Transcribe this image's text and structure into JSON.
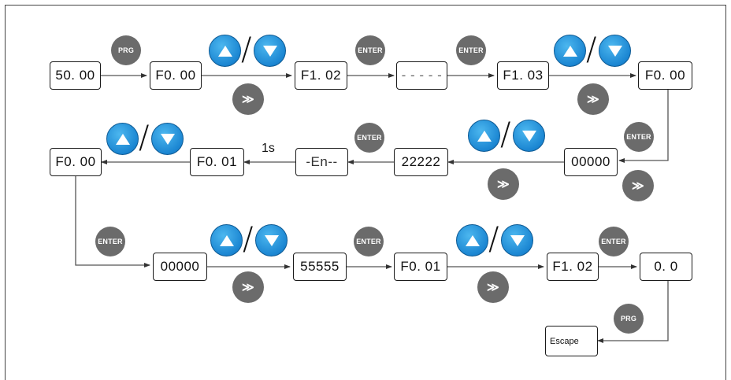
{
  "displays": {
    "d1": "50. 00",
    "d2": "F0. 00",
    "d3": "F1. 02",
    "d4": "- - - - -",
    "d5": "F1. 03",
    "d6": "F0. 00",
    "d7": "00000",
    "d8": "22222",
    "d9": "-En--",
    "d10": "F0. 01",
    "d11": "F0. 00",
    "d12": "00000",
    "d13": "55555",
    "d14": "F0. 01",
    "d15": "F1. 02",
    "d16": "0. 0",
    "escape": "Escape"
  },
  "buttons": {
    "prg": "PRG",
    "enter": "ENTER",
    "shift": "≫",
    "up": "up",
    "down": "down",
    "slash": "/"
  },
  "labels": {
    "delay": "1s"
  },
  "colors": {
    "blue": "#1b86d2",
    "gray": "#6b6b6b",
    "line": "#555555"
  }
}
